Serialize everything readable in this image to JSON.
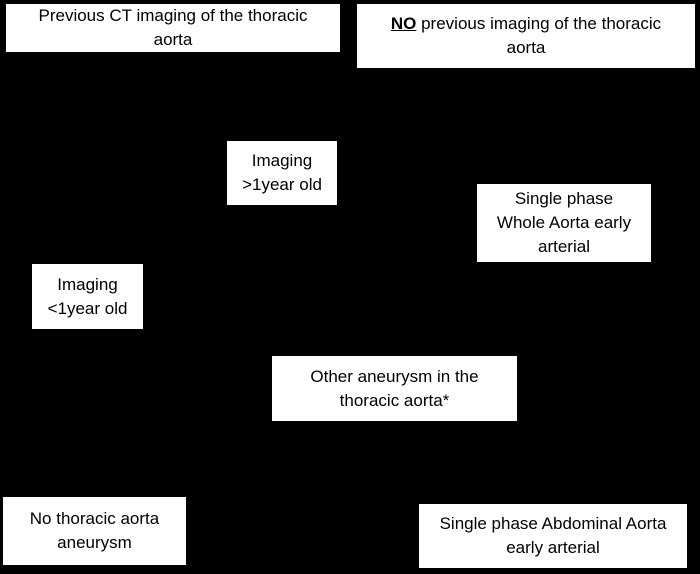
{
  "flowchart": {
    "previous_ct": "Previous CT imaging of the thoracic\naorta",
    "no_previous": {
      "emphasis": "NO",
      "rest": " previous imaging of the thoracic\naorta"
    },
    "imaging_old": "Imaging\n>1year old",
    "single_phase_whole": "Single phase\nWhole Aorta early\narterial",
    "imaging_recent": "Imaging\n<1year old",
    "other_aneurysm": "Other aneurysm in the\nthoracic aorta*",
    "no_aneurysm": "No thoracic aorta\naneurysm",
    "single_phase_abdominal": "Single phase Abdominal Aorta\nearly arterial"
  }
}
